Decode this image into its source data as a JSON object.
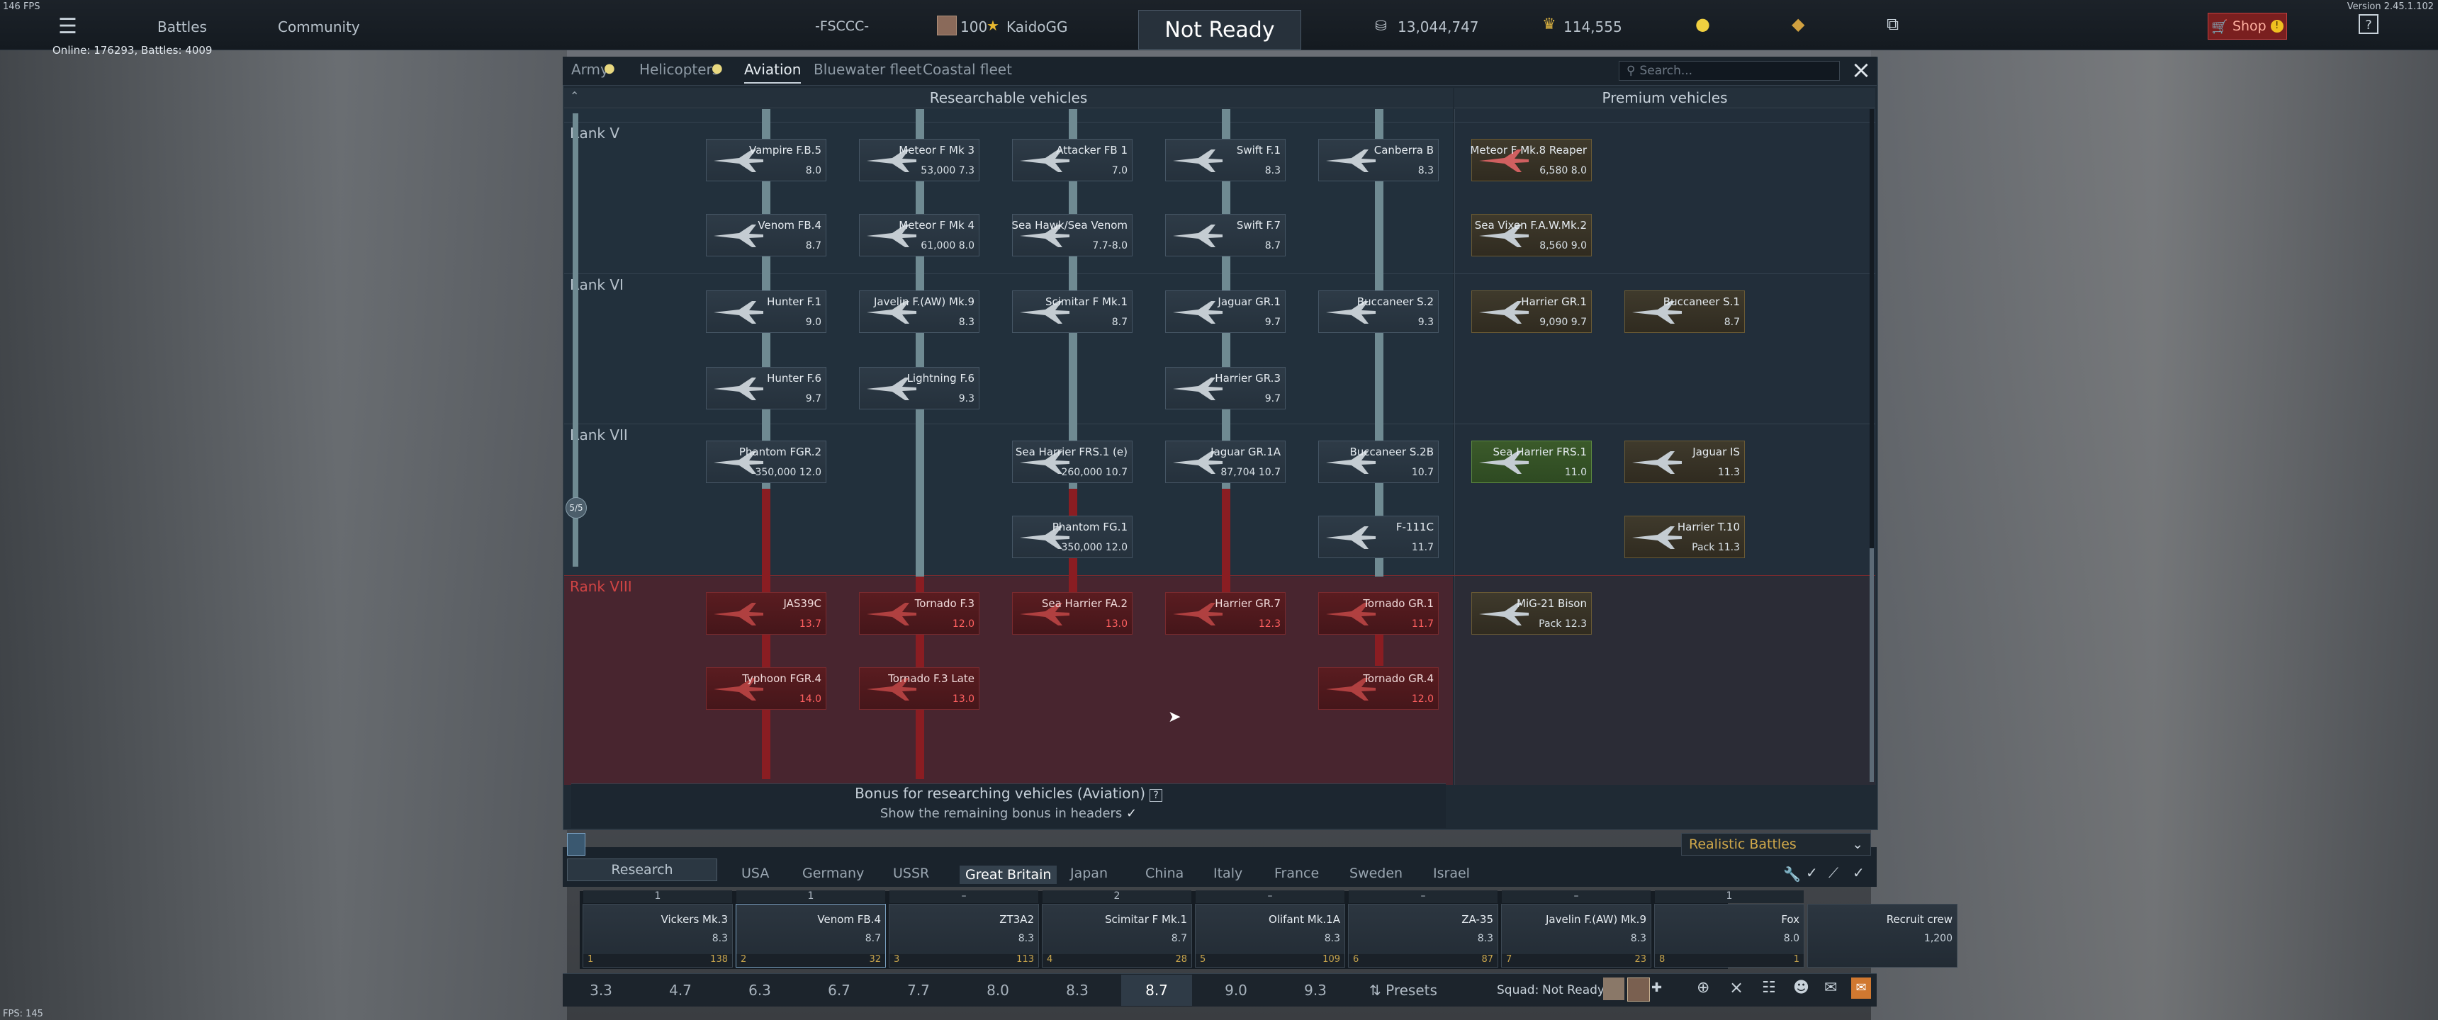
{
  "corner": {
    "fps_top": "146 FPS",
    "fps_bottom": "FPS: 145",
    "version": "Version 2.45.1.102"
  },
  "header": {
    "battles": "Battles",
    "community": "Community",
    "squadron": "-FSCCC-",
    "level": "100",
    "nickname": "KaidoGG",
    "status": "Not Ready",
    "silver": "13,044,747",
    "rp": "114,555",
    "shop": "Shop"
  },
  "online": "Online: 176293, Battles: 4009",
  "tabs": [
    "Army",
    "Helicopters",
    "Aviation",
    "Bluewater fleet",
    "Coastal fleet"
  ],
  "search_placeholder": "Search...",
  "sections": {
    "researchable": "Researchable vehicles",
    "premium": "Premium vehicles"
  },
  "ranks": {
    "v": "Rank V",
    "vi": "Rank VI",
    "vii": "Rank VII",
    "viii": "Rank VIII"
  },
  "rank_progress": "5/5",
  "cards": [
    {
      "name": "Vampire F.B.5",
      "br": "8.0"
    },
    {
      "name": "Meteor F Mk 3",
      "br": "53,000 7.3"
    },
    {
      "name": "Attacker FB 1",
      "br": "7.0"
    },
    {
      "name": "Swift F.1",
      "br": "8.3"
    },
    {
      "name": "Canberra B",
      "br": "8.3"
    },
    {
      "name": "Meteor F Mk.8 Reaper",
      "br": "6,580 8.0"
    },
    {
      "name": "Venom FB.4",
      "br": "8.7"
    },
    {
      "name": "Meteor F Mk 4",
      "br": "61,000 8.0"
    },
    {
      "name": "Sea Hawk/Sea Venom",
      "br": "7.7-8.0"
    },
    {
      "name": "Swift F.7",
      "br": "8.7"
    },
    {
      "name": "Sea Vixen F.A.W.Mk.2",
      "br": "8,560 9.0"
    },
    {
      "name": "Hunter F.1",
      "br": "9.0"
    },
    {
      "name": "Javelin F.(AW) Mk.9",
      "br": "8.3"
    },
    {
      "name": "Scimitar F Mk.1",
      "br": "8.7"
    },
    {
      "name": "Jaguar GR.1",
      "br": "9.7"
    },
    {
      "name": "Buccaneer S.2",
      "br": "9.3"
    },
    {
      "name": "Harrier GR.1",
      "br": "9,090 9.7"
    },
    {
      "name": "Buccaneer S.1",
      "br": "8.7"
    },
    {
      "name": "Hunter F.6",
      "br": "9.7"
    },
    {
      "name": "Lightning F.6",
      "br": "9.3"
    },
    {
      "name": "Harrier GR.3",
      "br": "9.7"
    },
    {
      "name": "Phantom FGR.2",
      "br": "350,000 12.0"
    },
    {
      "name": "Sea Harrier FRS.1 (e)",
      "br": "260,000 10.7"
    },
    {
      "name": "Jaguar GR.1A",
      "br": "87,704 10.7"
    },
    {
      "name": "Buccaneer S.2B",
      "br": "10.7"
    },
    {
      "name": "Sea Harrier FRS.1",
      "br": "11.0"
    },
    {
      "name": "Jaguar IS",
      "br": "11.3"
    },
    {
      "name": "Phantom FG.1",
      "br": "350,000 12.0"
    },
    {
      "name": "F-111C",
      "br": "11.7"
    },
    {
      "name": "Harrier T.10",
      "br": "Pack 11.3"
    },
    {
      "name": "JAS39C",
      "br": "13.7"
    },
    {
      "name": "Tornado F.3",
      "br": "12.0"
    },
    {
      "name": "Sea Harrier FA.2",
      "br": "13.0"
    },
    {
      "name": "Harrier GR.7",
      "br": "12.3"
    },
    {
      "name": "Tornado GR.1",
      "br": "11.7"
    },
    {
      "name": "MiG-21 Bison",
      "br": "Pack 12.3"
    },
    {
      "name": "Typhoon FGR.4",
      "br": "14.0"
    },
    {
      "name": "Tornado F.3 Late",
      "br": "13.0"
    },
    {
      "name": "Tornado GR.4",
      "br": "12.0"
    }
  ],
  "bonus": {
    "title": "Bonus for researching vehicles (Aviation)",
    "toggle": "Show the remaining bonus in headers"
  },
  "mode": "Realistic Battles",
  "research_btn": "Research",
  "nations": [
    "USA",
    "Germany",
    "USSR",
    "Great Britain",
    "Japan",
    "China",
    "Italy",
    "France",
    "Sweden",
    "Israel"
  ],
  "slots": [
    {
      "count": "1",
      "name": "Vickers Mk.3",
      "br": "8.3",
      "num": "1",
      "sp": "138"
    },
    {
      "count": "1",
      "name": "Venom FB.4",
      "br": "8.7",
      "num": "2",
      "sp": "32"
    },
    {
      "count": "–",
      "name": "ZT3A2",
      "br": "8.3",
      "num": "3",
      "sp": "113"
    },
    {
      "count": "2",
      "name": "Scimitar F Mk.1",
      "br": "8.7",
      "num": "4",
      "sp": "28"
    },
    {
      "count": "–",
      "name": "Olifant Mk.1A",
      "br": "8.3",
      "num": "5",
      "sp": "109"
    },
    {
      "count": "–",
      "name": "ZA-35",
      "br": "8.3",
      "num": "6",
      "sp": "87"
    },
    {
      "count": "–",
      "name": "Javelin F.(AW) Mk.9",
      "br": "8.3",
      "num": "7",
      "sp": "23"
    },
    {
      "count": "1",
      "name": "Fox",
      "br": "8.0",
      "num": "8",
      "sp": "1"
    },
    {
      "count": "",
      "name": "Recruit crew",
      "br": "1,200",
      "num": "",
      "sp": ""
    }
  ],
  "br_values": [
    "3.3",
    "4.7",
    "6.3",
    "6.7",
    "7.7",
    "8.0",
    "8.3",
    "8.7",
    "9.0",
    "9.3"
  ],
  "presets": "Presets",
  "squad": {
    "label": "Squad:",
    "status": "Not Ready"
  }
}
